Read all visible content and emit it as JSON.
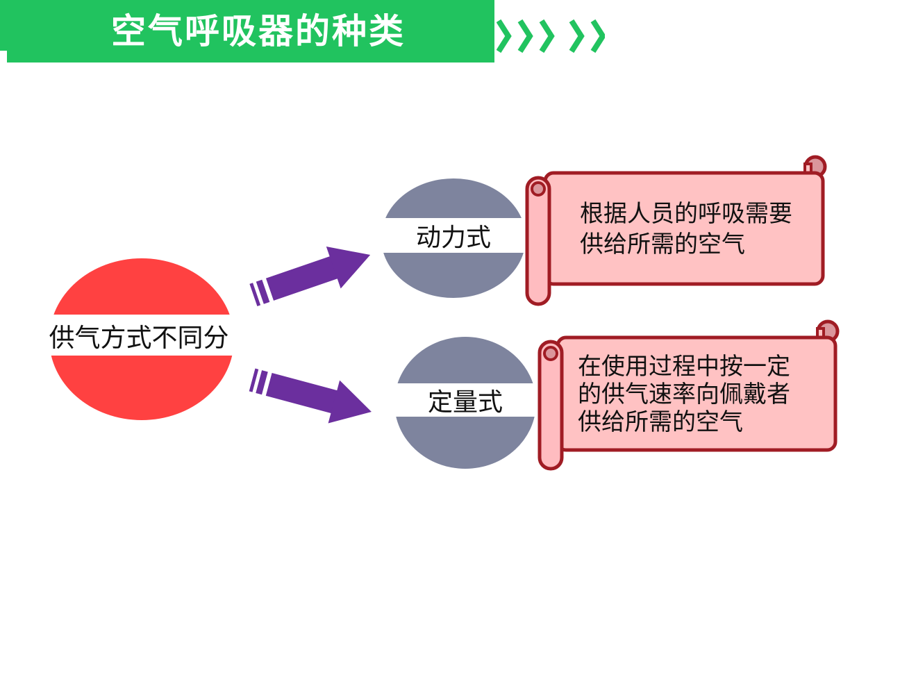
{
  "slide_title": "空气呼吸器的种类",
  "diagram": {
    "root": {
      "label": "供气方式不同分"
    },
    "branches": [
      {
        "label": "动力式",
        "description": "根据人员的呼吸需要供给所需的空气",
        "lines": [
          "根据人员的呼吸需要",
          "供给所需的空气"
        ]
      },
      {
        "label": "定量式",
        "description": "在使用过程中按一定的供气速率向佩戴者供给所需的空气",
        "lines": [
          "在使用过程中按一定",
          "的供气速率向佩戴者",
          "供给所需的空气"
        ]
      }
    ]
  },
  "colors": {
    "green": "#21C35F",
    "red": "#FF4141",
    "gray_blue": "#7E849E",
    "purple": "#6B2F9E",
    "scroll_fill": "#FFC2C3",
    "roll_fill": "#FFBCC0",
    "curl_fill": "#DB969C",
    "scroll_border": "#A01C24",
    "text": "#111111"
  }
}
